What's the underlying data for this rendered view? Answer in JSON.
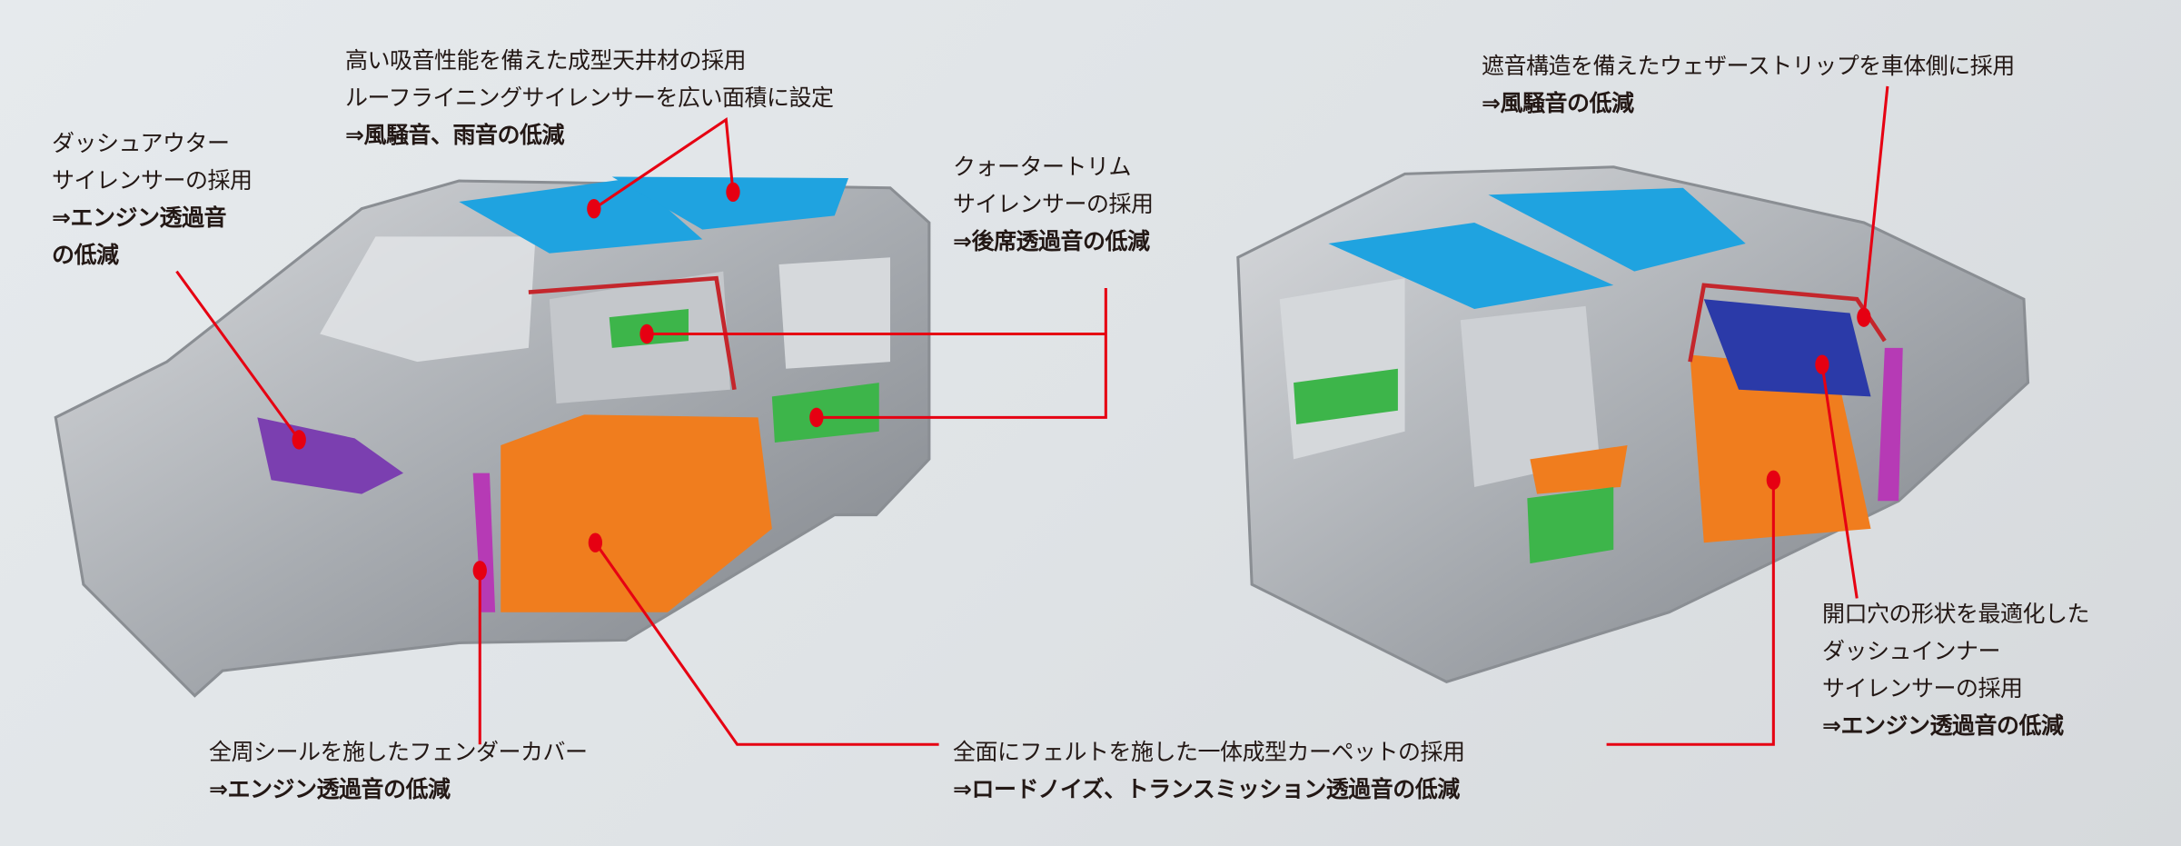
{
  "colors": {
    "leader_line": "#e60012",
    "roof_silencer": "#1fa3e0",
    "carpet": "#f07d1e",
    "quarter_trim": "#3db54a",
    "dash_silencer": "#7b3fb0",
    "dash_inner": "#2b3aa8",
    "body": "#b9bcc0"
  },
  "annotations": {
    "roof": {
      "line1": "高い吸音性能を備えた成型天井材の採用",
      "line2": "ルーフライニングサイレンサーを広い面積に設定",
      "effect": "⇒風騒音、雨音の低減"
    },
    "dash_outer": {
      "line1": "ダッシュアウター",
      "line2": "サイレンサーの採用",
      "effect1": "⇒エンジン透過音",
      "effect2": "の低減"
    },
    "quarter_trim": {
      "line1": "クォータートリム",
      "line2": "サイレンサーの採用",
      "effect": "⇒後席透過音の低減"
    },
    "weatherstrip": {
      "line1": "遮音構造を備えたウェザーストリップを車体側に採用",
      "effect": "⇒風騒音の低減"
    },
    "dash_inner": {
      "line1": "開口穴の形状を最適化した",
      "line2": "ダッシュインナー",
      "line3": "サイレンサーの採用",
      "effect": "⇒エンジン透過音の低減"
    },
    "fender": {
      "line1": "全周シールを施したフェンダーカバー",
      "effect": "⇒エンジン透過音の低減"
    },
    "carpet": {
      "line1": "全面にフェルトを施した一体成型カーペットの採用",
      "effect": "⇒ロードノイズ、トランスミッション透過音の低減"
    }
  }
}
